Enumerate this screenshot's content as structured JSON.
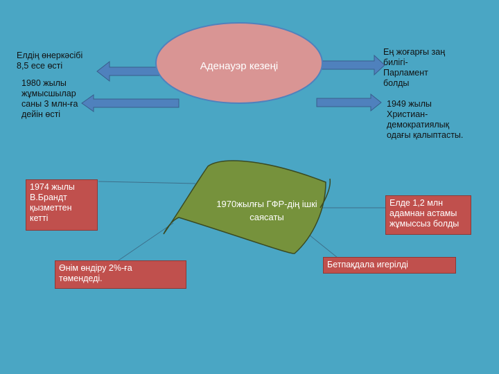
{
  "ellipse": {
    "title": "Аденауэр кезеңі",
    "fill": "#d99594"
  },
  "left_notes": {
    "industry": [
      "Елдің  өнеркәсібі",
      "8,5 есе өсті"
    ],
    "workers": [
      "1980 жылы",
      "жұмысшылар",
      "саны 3 млн-ға",
      "дейін өсті"
    ]
  },
  "right_notes": {
    "law": [
      "Ең жоғарғы заң",
      "билігі-",
      "Парламент",
      "болды"
    ],
    "party": [
      "1949 жылы",
      "Христиан-",
      "демократиялық",
      "одағы  қалыптасты."
    ]
  },
  "flag": {
    "title_line1": "1970жылғы ГФР-дің ішкі",
    "title_line2": "саясаты",
    "fill": "#76923c"
  },
  "boxes": {
    "brandt": [
      "1974 жылы",
      "В.Брандт",
      "қызметтен",
      "кетті"
    ],
    "unemployed": [
      "Елде 1,2 млн",
      "адамнан астамы",
      "жұмыссыз болды"
    ],
    "production": [
      "Өнім өндіру 2%-ға",
      "төмендеді."
    ],
    "betpakdala": "Бетпақдала игерілді",
    "fill": "#c0504d"
  },
  "colors": {
    "background": "#4aa6c4",
    "arrow": "#4f81bd"
  }
}
